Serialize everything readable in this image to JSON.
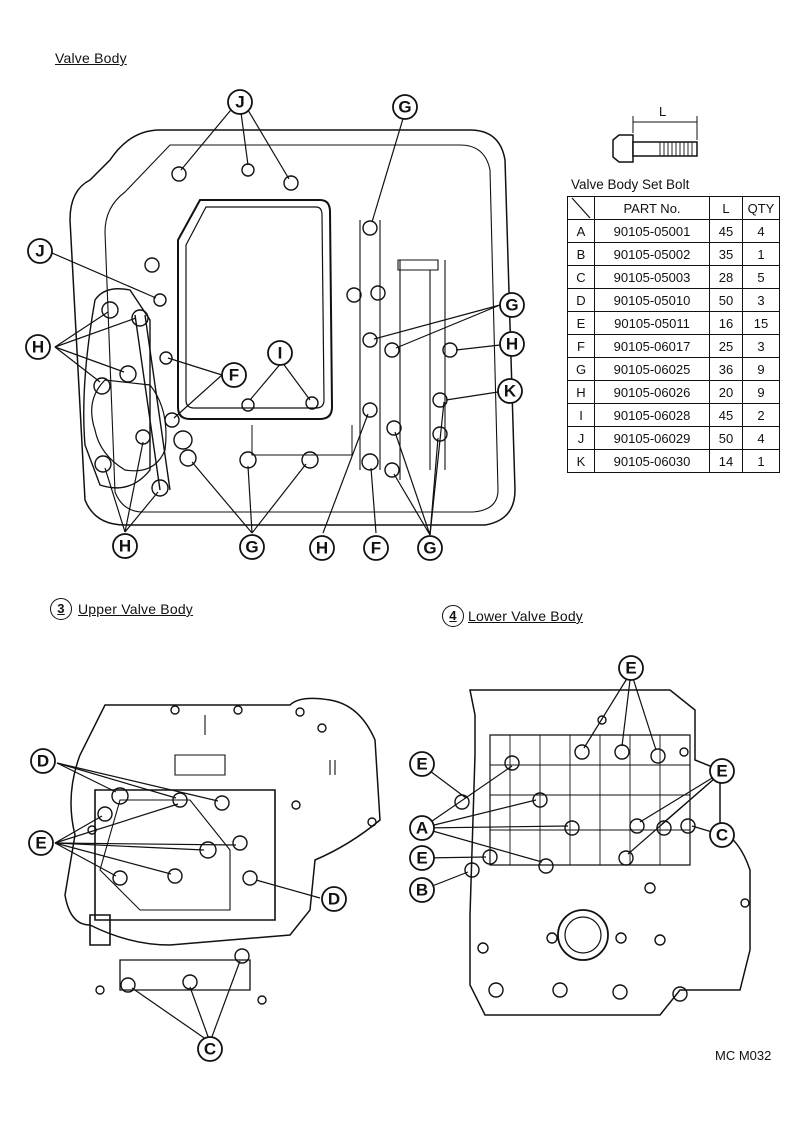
{
  "titles": {
    "main": "Valve Body",
    "upper_num": "3",
    "upper": "Upper Valve Body",
    "lower_num": "4",
    "lower": "Lower Valve Body"
  },
  "bolt_dimension_label": "L",
  "table": {
    "caption": "Valve Body Set Bolt",
    "headers": [
      "PART No.",
      "L",
      "QTY"
    ],
    "rows": [
      {
        "key": "A",
        "part": "90105-05001",
        "l": "45",
        "qty": "4"
      },
      {
        "key": "B",
        "part": "90105-05002",
        "l": "35",
        "qty": "1"
      },
      {
        "key": "C",
        "part": "90105-05003",
        "l": "28",
        "qty": "5"
      },
      {
        "key": "D",
        "part": "90105-05010",
        "l": "50",
        "qty": "3"
      },
      {
        "key": "E",
        "part": "90105-05011",
        "l": "16",
        "qty": "15"
      },
      {
        "key": "F",
        "part": "90105-06017",
        "l": "25",
        "qty": "3"
      },
      {
        "key": "G",
        "part": "90105-06025",
        "l": "36",
        "qty": "9"
      },
      {
        "key": "H",
        "part": "90105-06026",
        "l": "20",
        "qty": "9"
      },
      {
        "key": "I",
        "part": "90105-06028",
        "l": "45",
        "qty": "2"
      },
      {
        "key": "J",
        "part": "90105-06029",
        "l": "50",
        "qty": "4"
      },
      {
        "key": "K",
        "part": "90105-06030",
        "l": "14",
        "qty": "1"
      }
    ]
  },
  "callouts": {
    "main_j_top": "J",
    "main_j_left": "J",
    "main_g_top": "G",
    "main_g_right": "G",
    "main_h_right": "H",
    "main_k": "K",
    "main_h_left": "H",
    "main_f": "F",
    "main_i": "I",
    "main_h_bottom": "H",
    "main_g_bottom": "G",
    "main_h_bottom2": "H",
    "main_f_bottom": "F",
    "main_g_bottom_right": "G",
    "upper_d_top": "D",
    "upper_e": "E",
    "upper_d_right": "D",
    "upper_c": "C",
    "lower_e_top": "E",
    "lower_e_left": "E",
    "lower_e_right": "E",
    "lower_a": "A",
    "lower_c": "C",
    "lower_e_mid": "E",
    "lower_b": "B"
  },
  "drawing_code": "MC M032"
}
